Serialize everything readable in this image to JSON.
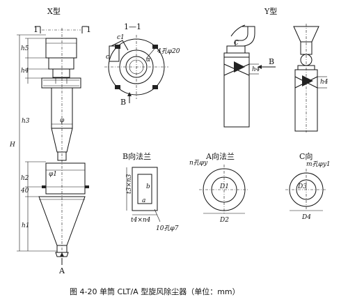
{
  "views": {
    "x_type": "X型",
    "section_1_1": "1—1",
    "y_type": "Y型",
    "b_flange": "B向法兰",
    "a_flange": "A向法兰",
    "c_view": "C向"
  },
  "labels": {
    "sec_mark_left": "1",
    "sec_mark_right": "1",
    "h5": "h5",
    "h4": "h4",
    "h3": "h3",
    "H": "H",
    "h2": "h2",
    "h1": "h1",
    "dim40": "40",
    "phi": "φ",
    "phi1": "φ1",
    "A": "A",
    "c1": "c1",
    "c": "c",
    "alpha": "α",
    "holes4": "4孔φ20",
    "B": "B",
    "Cy": "C",
    "Bright": "B",
    "h4y": "h4",
    "h4y2": "h4",
    "t3n3": "t3×n3",
    "t4n4": "t4×n4",
    "b": "b",
    "a": "a",
    "holes10": "10孔φ7",
    "nphiy": "n孔φy",
    "D1": "D1",
    "D2": "D2",
    "mphiy1": "m孔φy1",
    "D3": "D3",
    "D4": "D4"
  },
  "caption": "图 4-20   单筒 CLT/A 型旋风除尘器（单位：mm）"
}
